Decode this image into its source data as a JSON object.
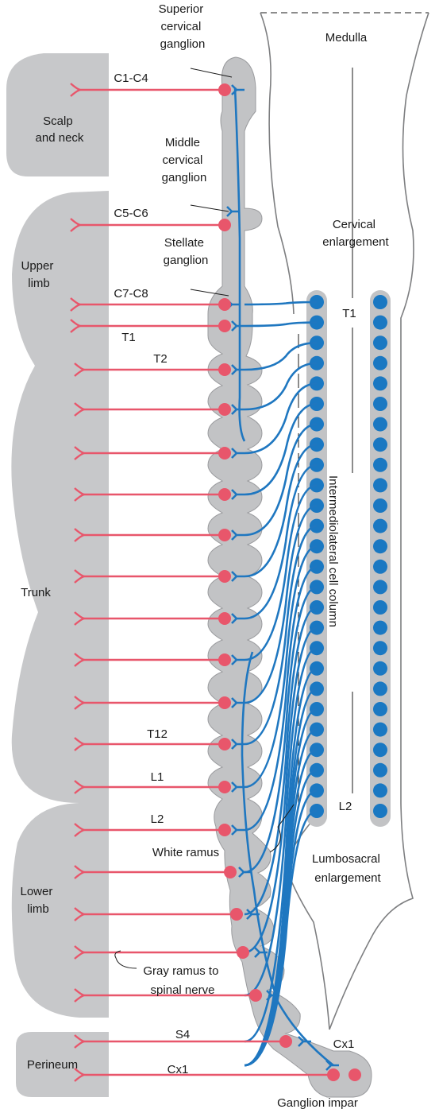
{
  "colors": {
    "region_fill": "#c7c8ca",
    "preganglionic_blue": "#1f77c0",
    "postganglionic_pink": "#e8566b",
    "chain_fill": "#c2c3c5"
  },
  "regions": [
    {
      "id": "scalp",
      "lines": [
        "Scalp",
        "and neck"
      ]
    },
    {
      "id": "upper",
      "lines": [
        "Upper",
        "limb"
      ]
    },
    {
      "id": "trunk",
      "lines": [
        "Trunk"
      ]
    },
    {
      "id": "lower",
      "lines": [
        "Lower",
        "limb"
      ]
    },
    {
      "id": "perineum",
      "lines": [
        "Perineum"
      ]
    }
  ],
  "ganglia_labels": {
    "superior": [
      "Superior",
      "cervical",
      "ganglion"
    ],
    "middle": [
      "Middle",
      "cervical",
      "ganglion"
    ],
    "stellate": [
      "Stellate",
      "ganglion"
    ],
    "impar": "Ganglion impar"
  },
  "nerve_labels": [
    "C1-C4",
    "C5-C6",
    "C7-C8",
    "T1",
    "T2",
    "T12",
    "L1",
    "L2",
    "S4",
    "Cx1"
  ],
  "cord_labels": {
    "medulla": "Medulla",
    "cervical_enlargement": [
      "Cervical",
      "enlargement"
    ],
    "t1": "T1",
    "column": "Intermediolateral cell column",
    "l2": "L2",
    "lumbosacral": [
      "Lumbosacral",
      "enlargement"
    ],
    "cx1": "Cx1"
  },
  "rami_labels": {
    "white": "White ramus",
    "gray": [
      "Gray ramus to",
      "spinal nerve"
    ]
  }
}
